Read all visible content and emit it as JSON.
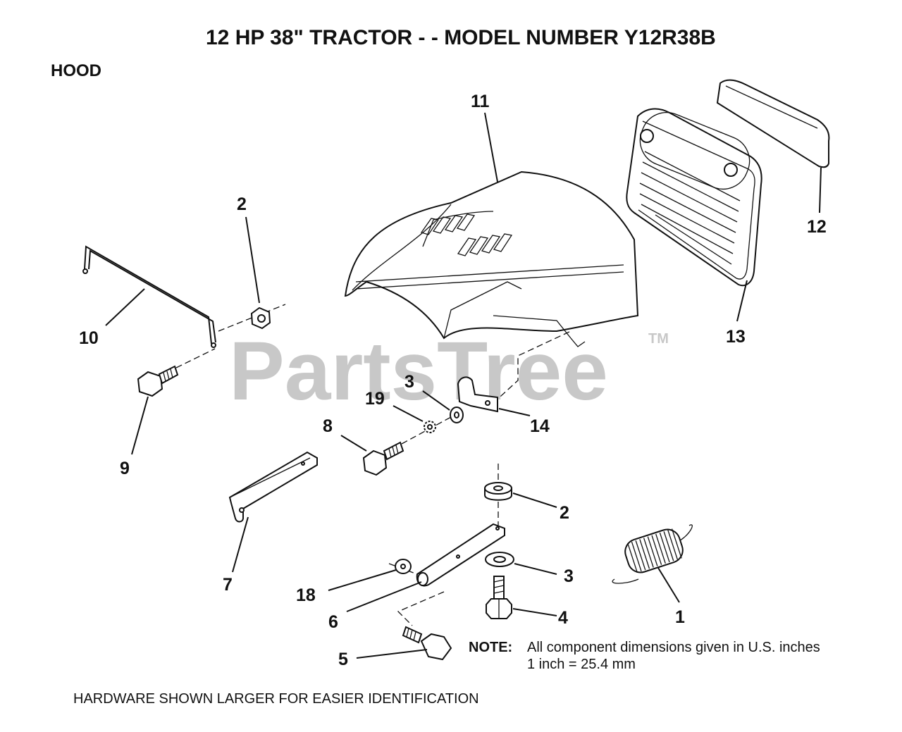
{
  "diagram": {
    "title": "12 HP 38\" TRACTOR - - MODEL NUMBER Y12R38B",
    "section": "HOOD",
    "watermark": "PartsTree",
    "watermark_mark": "TM",
    "callouts": [
      "11",
      "12",
      "13",
      "2",
      "10",
      "9",
      "3",
      "19",
      "14",
      "8",
      "2",
      "7",
      "18",
      "3",
      "6",
      "4",
      "1",
      "5"
    ],
    "note_label": "NOTE:",
    "note_line1": "All component dimensions given in U.S. inches",
    "note_line2": "1 inch = 25.4 mm",
    "footer": "HARDWARE SHOWN LARGER FOR EASIER IDENTIFICATION",
    "colors": {
      "ink": "#111111",
      "watermark": "#c8c8c8",
      "background": "#ffffff"
    }
  }
}
